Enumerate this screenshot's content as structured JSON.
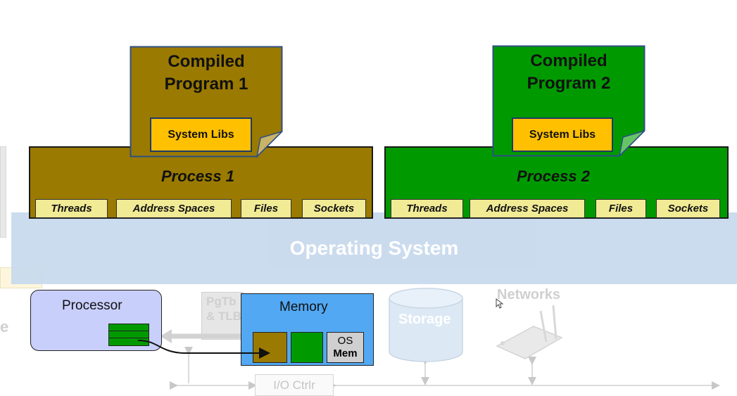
{
  "programs": [
    {
      "title_line1": "Compiled",
      "title_line2": "Program 1",
      "syslibs": "System Libs"
    },
    {
      "title_line1": "Compiled",
      "title_line2": "Program 2",
      "syslibs": "System Libs"
    }
  ],
  "processes": [
    {
      "title": "Process 1",
      "resources": [
        "Threads",
        "Address Spaces",
        "Files",
        "Sockets"
      ]
    },
    {
      "title": "Process 2",
      "resources": [
        "Threads",
        "Address Spaces",
        "Files",
        "Sockets"
      ]
    }
  ],
  "os": {
    "label": "Operating System"
  },
  "hardware": {
    "processor": "Processor",
    "memory": "Memory",
    "os_mem_line1": "OS",
    "os_mem_line2": "Mem",
    "pgtbl_line1": "PgTb",
    "pgtbl_line2": "& TLB",
    "storage": "Storage",
    "networks": "Networks",
    "io_ctrl": "I/O Ctrlr",
    "left_cut": "e"
  },
  "colors": {
    "process1": "#9a7a00",
    "process2": "#009a00",
    "resource": "#f2eb96",
    "syslibs": "#ffc000",
    "os_band": "#c7d9ed",
    "processor": "#c9cffb",
    "memory": "#52a8f2"
  }
}
